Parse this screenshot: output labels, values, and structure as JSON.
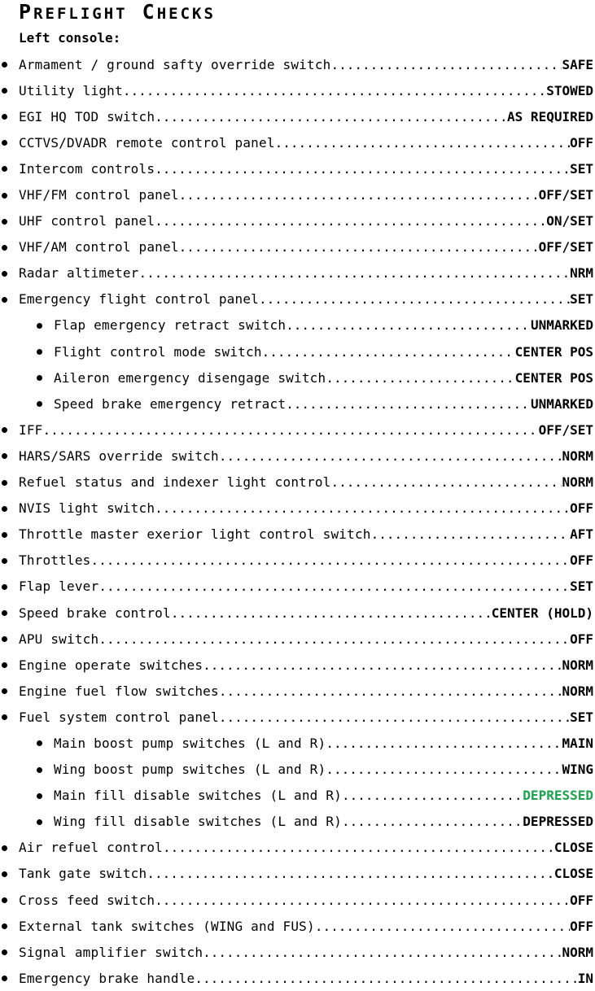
{
  "title": {
    "first_big": "P",
    "first_rest": "REFLIGHT",
    "second_big": "C",
    "second_rest": "HECKS"
  },
  "section": "Left console:",
  "items": [
    {
      "label": "Armament / ground safty override switch",
      "value": "SAFE",
      "level": 1
    },
    {
      "label": "Utility light",
      "value": "STOWED",
      "level": 1
    },
    {
      "label": "EGI HQ TOD switch",
      "value": "AS REQUIRED",
      "level": 1
    },
    {
      "label": "CCTVS/DVADR remote control panel",
      "value": "OFF",
      "level": 1
    },
    {
      "label": "Intercom controls",
      "value": "SET",
      "level": 1
    },
    {
      "label": "VHF/FM control panel",
      "value": "OFF/SET",
      "level": 1
    },
    {
      "label": "UHF control panel",
      "value": "ON/SET",
      "level": 1
    },
    {
      "label": "VHF/AM control panel",
      "value": "OFF/SET",
      "level": 1
    },
    {
      "label": "Radar altimeter",
      "value": "NRM",
      "level": 1
    },
    {
      "label": "Emergency flight control panel",
      "value": "SET",
      "level": 1
    },
    {
      "label": "Flap emergency retract switch",
      "value": "UNMARKED",
      "level": 2
    },
    {
      "label": "Flight control mode switch",
      "value": "CENTER POS",
      "level": 2
    },
    {
      "label": "Aileron emergency disengage switch",
      "value": "CENTER POS",
      "level": 2
    },
    {
      "label": "Speed brake emergency retract",
      "value": "UNMARKED",
      "level": 2
    },
    {
      "label": "IFF",
      "value": "OFF/SET",
      "level": 1
    },
    {
      "label": "HARS/SARS override switch",
      "value": "NORM",
      "level": 1
    },
    {
      "label": "Refuel status and indexer light control",
      "value": "NORM",
      "level": 1
    },
    {
      "label": "NVIS light switch",
      "value": "OFF",
      "level": 1
    },
    {
      "label": "Throttle master exerior light control switch",
      "value": "AFT",
      "level": 1
    },
    {
      "label": "Throttles",
      "value": "OFF",
      "level": 1
    },
    {
      "label": "Flap lever",
      "value": "SET",
      "level": 1
    },
    {
      "label": "Speed brake control",
      "value": "CENTER (HOLD)",
      "level": 1
    },
    {
      "label": "APU switch",
      "value": "OFF",
      "level": 1
    },
    {
      "label": "Engine operate switches",
      "value": "NORM",
      "level": 1
    },
    {
      "label": "Engine fuel flow switches",
      "value": "NORM",
      "level": 1
    },
    {
      "label": "Fuel system control panel",
      "value": "SET",
      "level": 1
    },
    {
      "label": "Main boost pump switches (L and R)",
      "value": "MAIN",
      "level": 2
    },
    {
      "label": "Wing boost pump switches (L and R)",
      "value": "WING",
      "level": 2
    },
    {
      "label": "Main fill disable switches (L and R)",
      "value": "DEPRESSED",
      "level": 2,
      "color": "#1aa34a"
    },
    {
      "label": "Wing fill disable switches (L and R)",
      "value": "DEPRESSED",
      "level": 2
    },
    {
      "label": "Air refuel control",
      "value": "CLOSE",
      "level": 1
    },
    {
      "label": "Tank gate switch",
      "value": "CLOSE",
      "level": 1
    },
    {
      "label": "Cross feed switch",
      "value": "OFF",
      "level": 1
    },
    {
      "label": "External tank switches (WING and FUS)",
      "value": "OFF",
      "level": 1
    },
    {
      "label": "Signal amplifier switch",
      "value": "NORM",
      "level": 1
    },
    {
      "label": "Emergency brake handle",
      "value": "IN",
      "level": 1
    }
  ]
}
